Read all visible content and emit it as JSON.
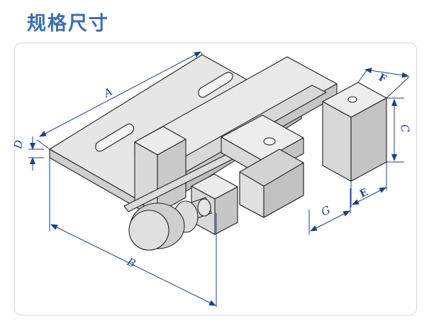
{
  "title": "规格尺寸",
  "dimensions": {
    "A": "A",
    "B": "B",
    "C": "C",
    "D": "D",
    "E": "E",
    "F": "F",
    "G": "G"
  },
  "colors": {
    "title": "#3d6fae",
    "dimension_lines": "#1e3f8a",
    "part_fill": "#e3e3e3",
    "part_outline": "#222222"
  }
}
